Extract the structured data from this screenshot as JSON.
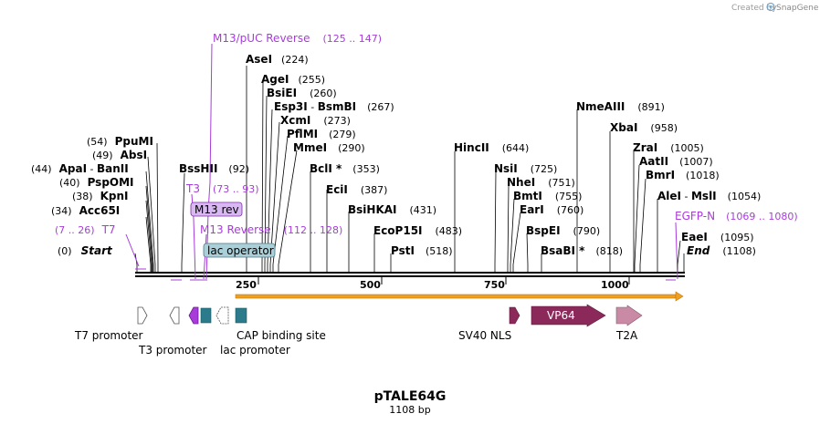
{
  "credit": {
    "prefix": "Created by",
    "brand": "SnapGene"
  },
  "plasmid": {
    "name": "pTALE64G",
    "length_label": "1108 bp",
    "length": 1108
  },
  "ruler": {
    "ticks": [
      "250",
      "500",
      "750",
      "1000"
    ]
  },
  "enzymes": [
    {
      "name": "AseI",
      "pos": "(224)"
    },
    {
      "name": "AgeI",
      "pos": "(255)"
    },
    {
      "name": "BsiEI",
      "pos": "(260)"
    },
    {
      "name": "Esp3I",
      "pos": "(267)",
      "name2": "BsmBI",
      "sep": " - "
    },
    {
      "name": "XcmI",
      "pos": "(273)"
    },
    {
      "name": "PflMI",
      "pos": "(279)"
    },
    {
      "name": "MmeI",
      "pos": "(290)"
    },
    {
      "name": "PpuMI",
      "pos": "(54)"
    },
    {
      "name": "AbsI",
      "pos": "(49)"
    },
    {
      "name": "ApaI",
      "pos": "(44)",
      "name2": "BanII",
      "sep": " - "
    },
    {
      "name": "PspOMI",
      "pos": "(40)"
    },
    {
      "name": "KpnI",
      "pos": "(38)"
    },
    {
      "name": "Acc65I",
      "pos": "(34)"
    },
    {
      "name": "BssHII",
      "pos": "(92)"
    },
    {
      "name": "BclI *",
      "pos": "(353)"
    },
    {
      "name": "EciI",
      "pos": "(387)"
    },
    {
      "name": "BsiHKAI",
      "pos": "(431)"
    },
    {
      "name": "EcoP15I",
      "pos": "(483)"
    },
    {
      "name": "PstI",
      "pos": "(518)"
    },
    {
      "name": "HincII",
      "pos": "(644)"
    },
    {
      "name": "NsiI",
      "pos": "(725)"
    },
    {
      "name": "NheI",
      "pos": "(751)"
    },
    {
      "name": "BmtI",
      "pos": "(755)"
    },
    {
      "name": "EarI",
      "pos": "(760)"
    },
    {
      "name": "BspEI",
      "pos": "(790)"
    },
    {
      "name": "BsaBI *",
      "pos": "(818)"
    },
    {
      "name": "NmeAIII",
      "pos": "(891)"
    },
    {
      "name": "XbaI",
      "pos": "(958)"
    },
    {
      "name": "ZraI",
      "pos": "(1005)"
    },
    {
      "name": "AatII",
      "pos": "(1007)"
    },
    {
      "name": "BmrI",
      "pos": "(1018)"
    },
    {
      "name": "AleI",
      "pos": "(1054)",
      "name2": "MslI",
      "sep": " - "
    },
    {
      "name": "EaeI",
      "pos": "(1095)"
    }
  ],
  "ends": {
    "start": {
      "name": "Start",
      "pos": "(0)"
    },
    "end": {
      "name": "End",
      "pos": "(1108)"
    }
  },
  "primers": [
    {
      "name": "M13/pUC Reverse",
      "range": "(125 .. 147)"
    },
    {
      "name": "T3",
      "range": "(73 .. 93)"
    },
    {
      "name": "M13 rev",
      "range": ""
    },
    {
      "name": "M13 Reverse",
      "range": "(112 .. 128)"
    },
    {
      "name": "T7",
      "range": "(7 .. 26)"
    },
    {
      "name": "EGFP-N",
      "range": "(1069 .. 1080)"
    }
  ],
  "features": [
    {
      "name": "lac operator"
    },
    {
      "name": "T7 promoter"
    },
    {
      "name": "T3 promoter"
    },
    {
      "name": "lac promoter"
    },
    {
      "name": "CAP binding site"
    },
    {
      "name": "SV40 NLS"
    },
    {
      "name": "VP64"
    },
    {
      "name": "T2A"
    }
  ],
  "colors": {
    "primer": "#a83cdb",
    "orf": "#f0a020",
    "sv40": "#8b2a5a",
    "vp64": "#8b2a5a",
    "t2a": "#c98aa6",
    "teal": "#2b7b8c",
    "lacop": "#a9cfd9"
  }
}
